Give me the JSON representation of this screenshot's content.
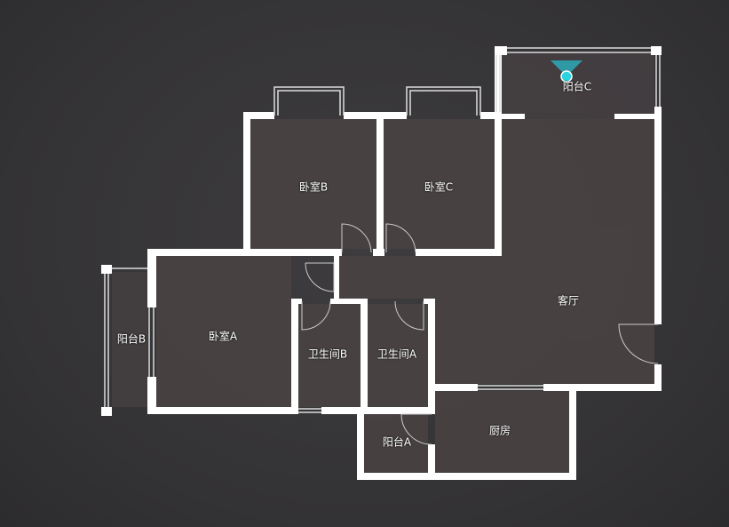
{
  "rooms": {
    "bedroom_b": "卧室B",
    "bedroom_c": "卧室C",
    "bedroom_a": "卧室A",
    "balcony_b": "阳台B",
    "bathroom_b": "卫生间B",
    "bathroom_a": "卫生间A",
    "living_room": "客厅",
    "balcony_a": "阳台A",
    "kitchen": "厨房",
    "balcony_c": "阳台C"
  },
  "colors": {
    "wall": "#ffffff",
    "marker": "#29d3e0",
    "room_fill": "#4a4343"
  }
}
